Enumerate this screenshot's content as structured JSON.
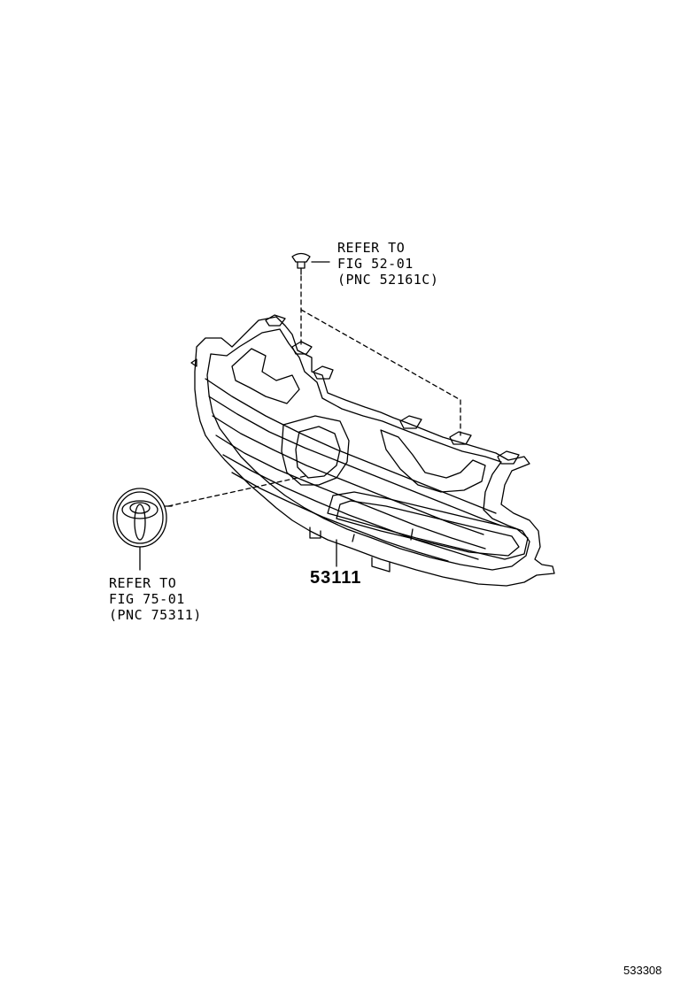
{
  "callouts": {
    "clip": {
      "line1": "REFER TO",
      "line2": "FIG 52-01",
      "line3": "(PNC 52161C)"
    },
    "emblem": {
      "line1": "REFER TO",
      "line2": "FIG 75-01",
      "line3": "(PNC 75311)"
    }
  },
  "part_number": "53111",
  "illustration_number": "533308"
}
